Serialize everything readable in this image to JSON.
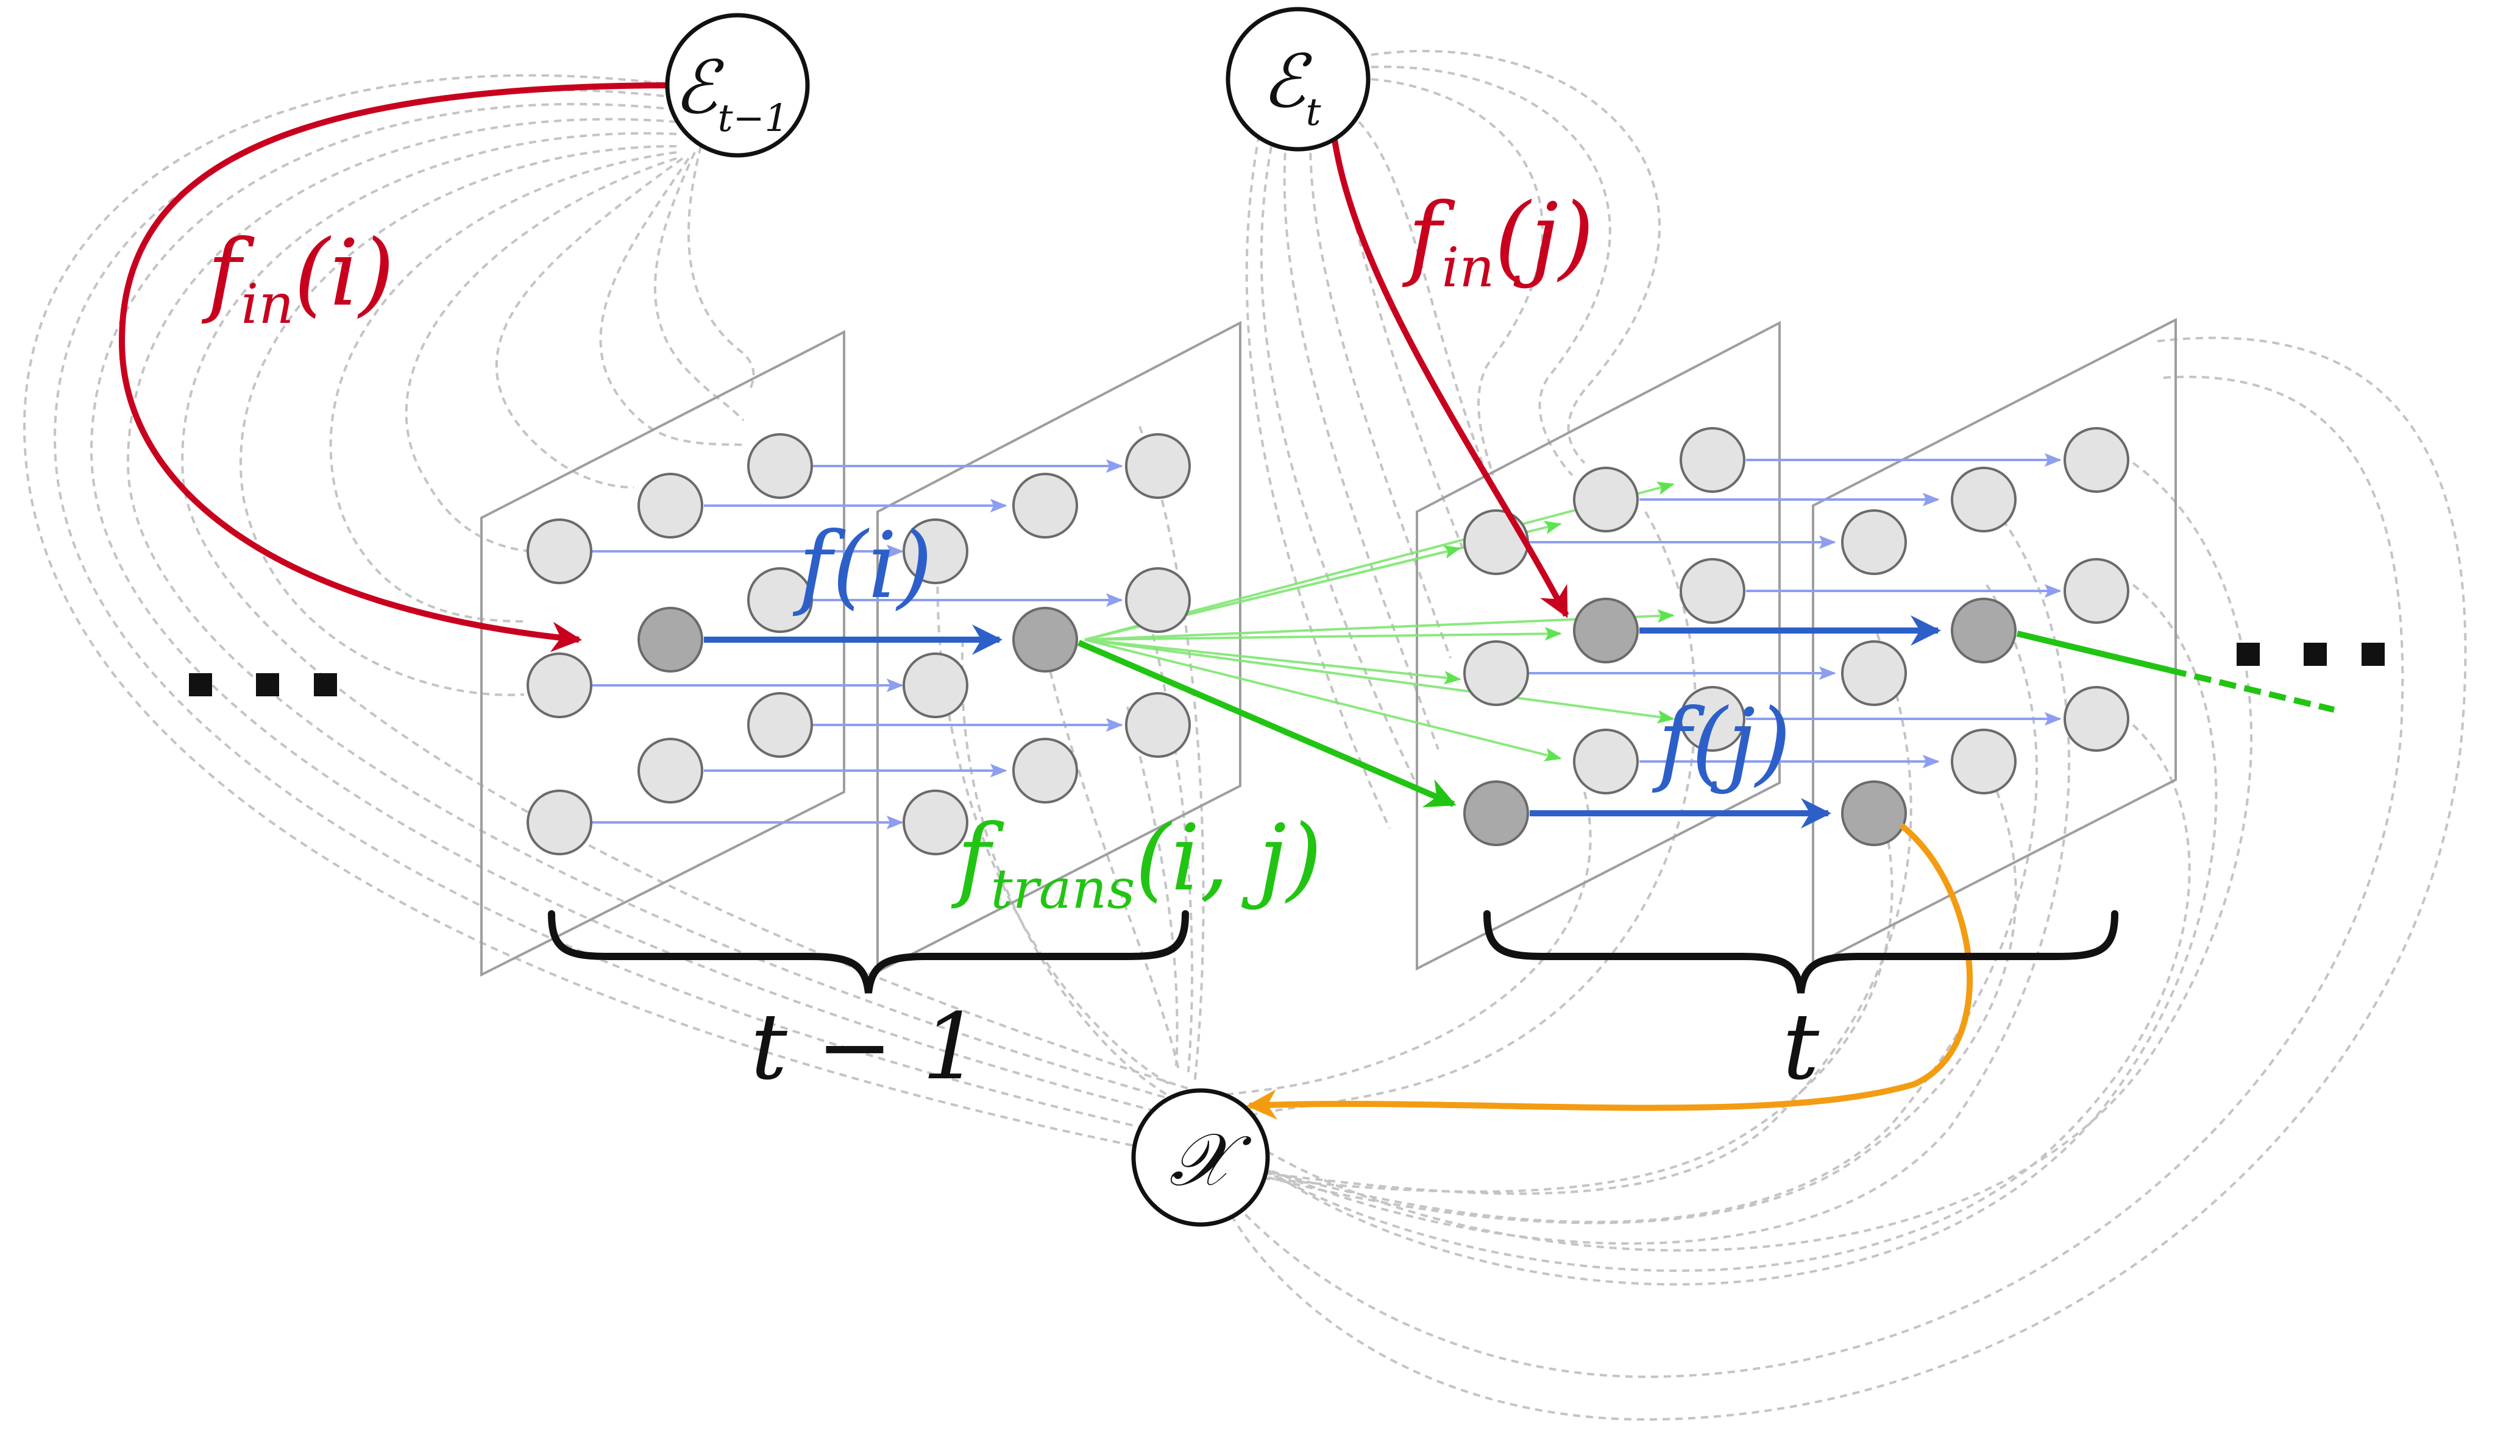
{
  "diagram": {
    "nodes": {
      "env_prev": {
        "main": "ℰ",
        "sub": "t−1"
      },
      "env_curr": {
        "main": "ℰ",
        "sub": "t"
      },
      "obs": {
        "main": "𝒳"
      }
    },
    "labels": {
      "f_in_i": {
        "base": "f",
        "sub": "in",
        "arg": "(i)"
      },
      "f_in_j": {
        "base": "f",
        "sub": "in",
        "arg": "(j)"
      },
      "f_i": "f(i)",
      "f_j": "f(j)",
      "f_trans": {
        "base": "f",
        "sub": "trans",
        "arg": "(i, j)"
      },
      "brace_prev": "t − 1",
      "brace_curr": "t",
      "ellipsis_left": "...",
      "ellipsis_right": "..."
    },
    "colors": {
      "red": "#c8001e",
      "blue": "#2d5fc9",
      "green": "#22c413",
      "orange": "#f39c12",
      "node_light": "#e3e3e3",
      "node_dark": "#a9a9a9",
      "dashed": "#bbbbbb"
    }
  }
}
